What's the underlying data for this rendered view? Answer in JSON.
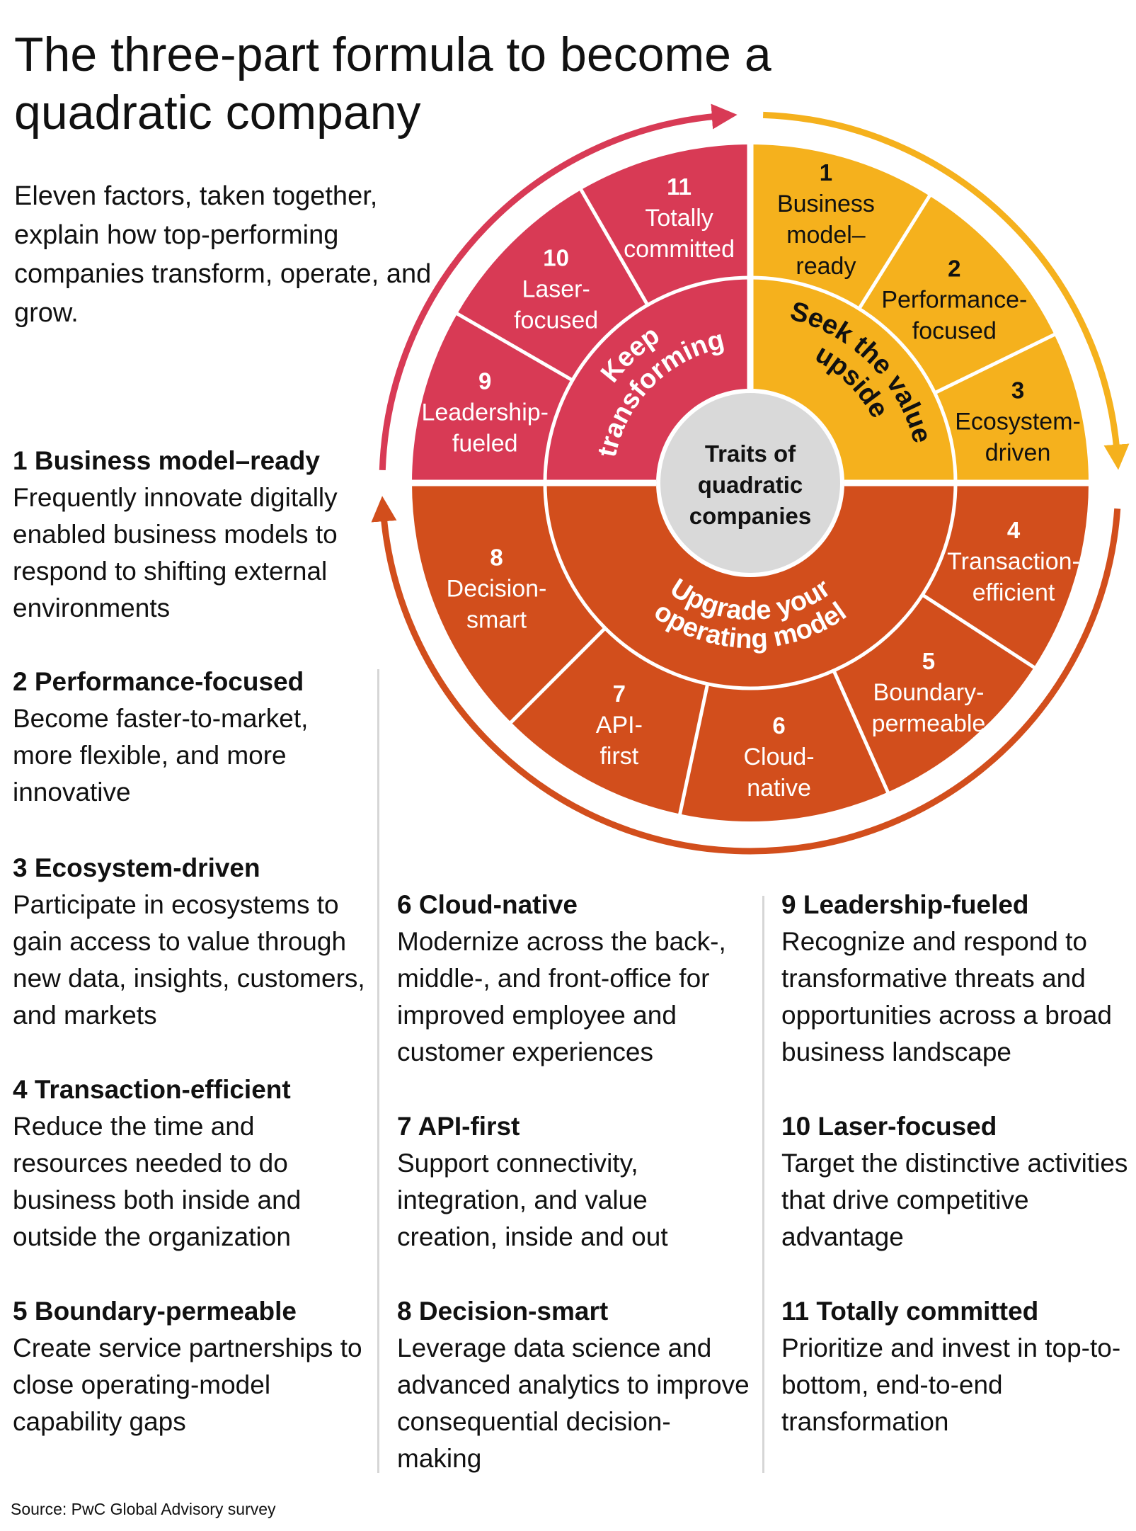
{
  "title": "The three-part formula to become a quadratic company",
  "intro": "Eleven factors, taken together, explain how top-performing companies transform, operate, and grow.",
  "diagram": {
    "center_label": [
      "Traits of",
      "quadratic",
      "companies"
    ],
    "groups": [
      {
        "label": [
          "Seek the value",
          "upside"
        ],
        "color": "#f5b11d"
      },
      {
        "label": [
          "Upgrade your",
          "operating model"
        ],
        "color": "#d24e1c"
      },
      {
        "label": [
          "Keep",
          "transforming"
        ],
        "color": "#d83a55"
      }
    ],
    "segments": [
      {
        "number": "1",
        "lines": [
          "Business",
          "model–",
          "ready"
        ]
      },
      {
        "number": "2",
        "lines": [
          "Performance-",
          "focused"
        ]
      },
      {
        "number": "3",
        "lines": [
          "Ecosystem-",
          "driven"
        ]
      },
      {
        "number": "4",
        "lines": [
          "Transaction-",
          "efficient"
        ]
      },
      {
        "number": "5",
        "lines": [
          "Boundary-",
          "permeable"
        ]
      },
      {
        "number": "6",
        "lines": [
          "Cloud-",
          "native"
        ]
      },
      {
        "number": "7",
        "lines": [
          "API-",
          "first"
        ]
      },
      {
        "number": "8",
        "lines": [
          "Decision-",
          "smart"
        ]
      },
      {
        "number": "9",
        "lines": [
          "Leadership-",
          "fueled"
        ]
      },
      {
        "number": "10",
        "lines": [
          "Laser-",
          "focused"
        ]
      },
      {
        "number": "11",
        "lines": [
          "Totally",
          "committed"
        ]
      }
    ]
  },
  "factors": [
    {
      "head": "1 Business model–ready",
      "desc": "Frequently innovate digitally enabled business models to respond to shifting external environments"
    },
    {
      "head": "2 Performance-focused",
      "desc": "Become faster-to-market, more flexible, and more innovative"
    },
    {
      "head": "3 Ecosystem-driven",
      "desc": "Participate in ecosystems to gain access to value through new data, insights, customers, and markets"
    },
    {
      "head": "4 Transaction-efficient",
      "desc": "Reduce the time and resources needed to do business both inside and outside the organization"
    },
    {
      "head": "5 Boundary-permeable",
      "desc": "Create service partnerships to close operating-model capability gaps"
    },
    {
      "head": "6 Cloud-native",
      "desc": "Modernize across the back-, middle-, and front-office for improved employee and customer experiences"
    },
    {
      "head": "7 API-first",
      "desc": "Support connectivity, integration, and value creation, inside and out"
    },
    {
      "head": "8 Decision-smart",
      "desc": "Leverage data science and advanced analytics to improve consequential decision-making"
    },
    {
      "head": "9 Leadership-fueled",
      "desc": "Recognize and respond to transformative threats and opportunities across a broad business landscape"
    },
    {
      "head": "10 Laser-focused",
      "desc": "Target the distinctive activities that drive competitive advantage"
    },
    {
      "head": "11 Totally committed",
      "desc": "Prioritize and invest in top-to-bottom, end-to-end transformation"
    }
  ],
  "source": "Source: PwC Global Advisory survey"
}
